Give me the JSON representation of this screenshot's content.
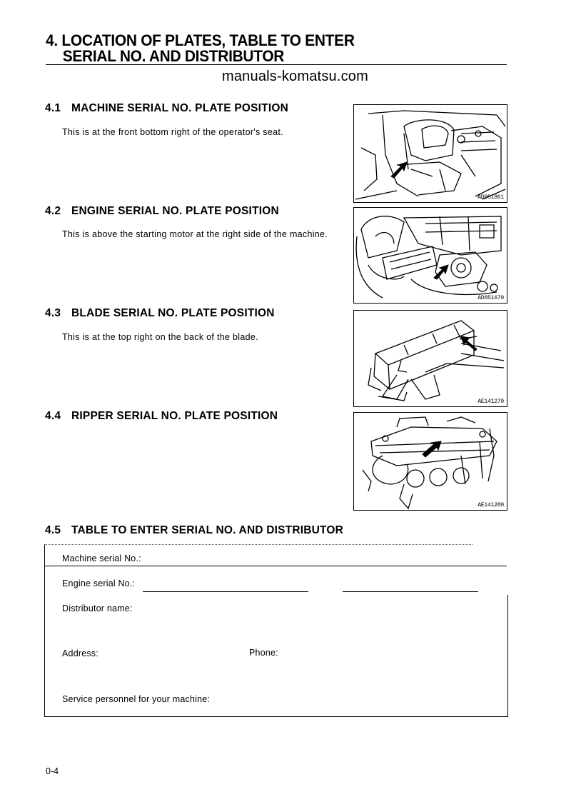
{
  "chapter": {
    "title_line1": "4. LOCATION OF PLATES, TABLE TO ENTER",
    "title_line2": "SERIAL NO. AND DISTRIBUTOR"
  },
  "watermark": "manuals-komatsu.com",
  "sections": [
    {
      "number": "4.1",
      "heading": "MACHINE SERIAL NO. PLATE POSITION",
      "text": "This is at the front bottom right of the operator's seat.",
      "figure_code": "AD051861"
    },
    {
      "number": "4.2",
      "heading": "ENGINE SERIAL NO. PLATE POSITION",
      "text": "This is above the starting motor at the right side of the machine.",
      "figure_code": "AD051670"
    },
    {
      "number": "4.3",
      "heading": "BLADE SERIAL NO. PLATE POSITION",
      "text": "This is at the top right on the back of the blade.",
      "figure_code": "AE141270"
    },
    {
      "number": "4.4",
      "heading": "RIPPER SERIAL NO. PLATE POSITION",
      "text": "",
      "figure_code": "AE141280"
    }
  ],
  "table": {
    "number": "4.5",
    "heading": "TABLE TO ENTER SERIAL NO. AND DISTRIBUTOR",
    "machine_serial_label": "Machine serial No.:",
    "engine_serial_label": "Engine serial No.:",
    "distributor_name_label": "Distributor name:",
    "address_label": "Address:",
    "phone_label": "Phone:",
    "service_personnel_label": "Service personnel for your machine:"
  },
  "page_number": "0-4"
}
